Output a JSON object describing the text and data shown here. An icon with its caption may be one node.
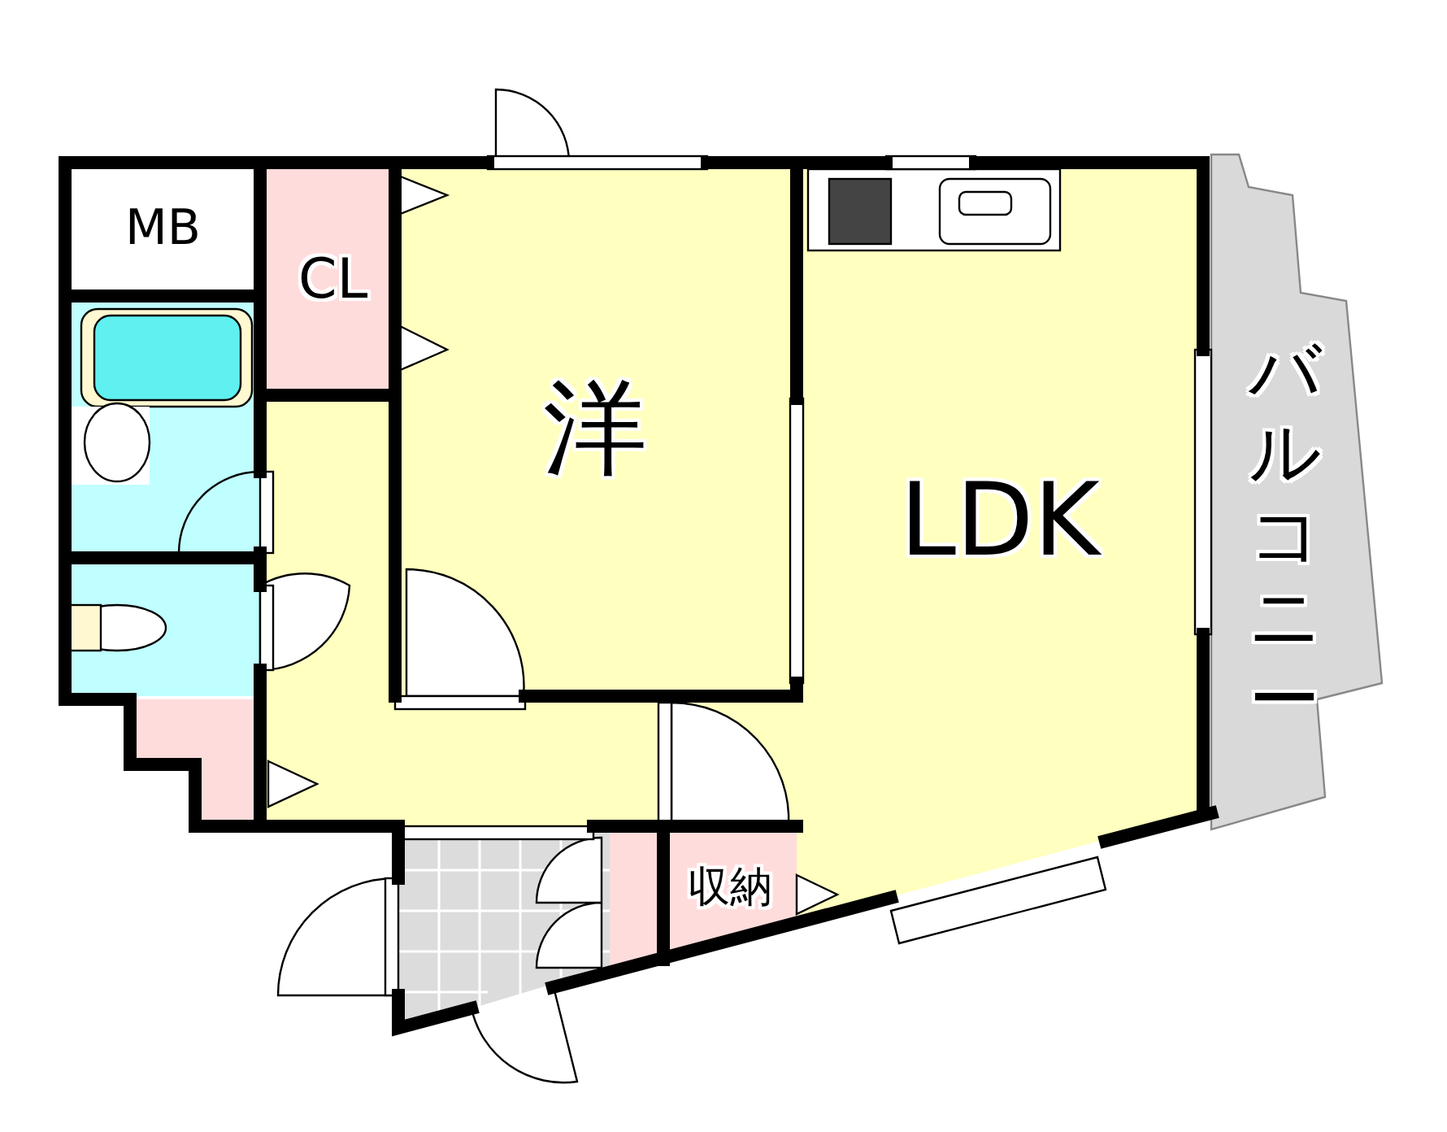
{
  "diagram": {
    "nodes": [
      {
        "text": [
          "MB"
        ]
      },
      {
        "text": [
          "CL"
        ]
      },
      {
        "text": [
          "洋"
        ]
      },
      {
        "text": [
          "LDK"
        ]
      },
      {
        "text": [
          "バルコニー"
        ]
      },
      {
        "text": [
          "収納"
        ]
      }
    ]
  }
}
